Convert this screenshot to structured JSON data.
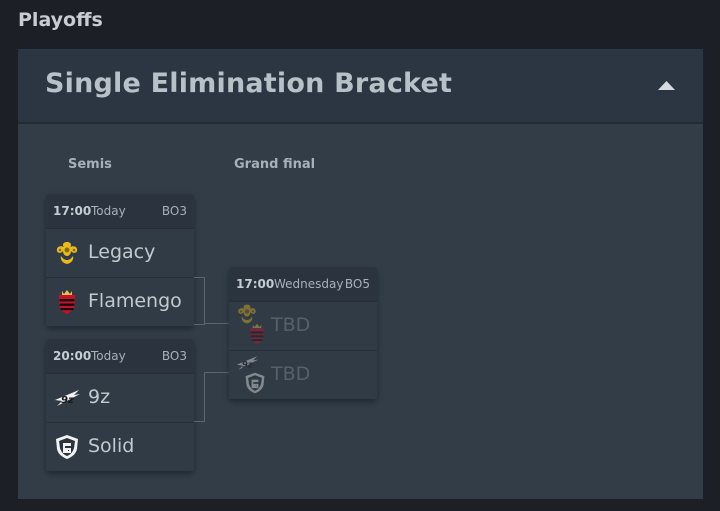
{
  "section": {
    "title": "Playoffs"
  },
  "panel": {
    "title": "Single Elimination Bracket",
    "collapse_icon": "caret-up-icon"
  },
  "rounds": [
    {
      "label": "Semis"
    },
    {
      "label": "Grand final"
    }
  ],
  "matches": [
    {
      "time": "17:00",
      "day": "Today",
      "bo": "BO3",
      "teams": [
        {
          "name": "Legacy",
          "logo": "legacy-logo-icon"
        },
        {
          "name": "Flamengo",
          "logo": "flamengo-logo-icon"
        }
      ]
    },
    {
      "time": "20:00",
      "day": "Today",
      "bo": "BO3",
      "teams": [
        {
          "name": "9z",
          "logo": "9z-logo-icon"
        },
        {
          "name": "Solid",
          "logo": "solid-logo-icon"
        }
      ]
    },
    {
      "time": "17:00",
      "day": "Wednesday",
      "bo": "BO5",
      "teams": [
        {
          "name": "TBD",
          "logo": "legacy-flamengo-logos-icon"
        },
        {
          "name": "TBD",
          "logo": "9z-solid-logos-icon"
        }
      ]
    }
  ],
  "colors": {
    "background": "#1c2026",
    "panel": "#323d48",
    "card": "#2b343e",
    "legacy_gold": "#e8b923",
    "flamengo_red": "#c8102e"
  }
}
